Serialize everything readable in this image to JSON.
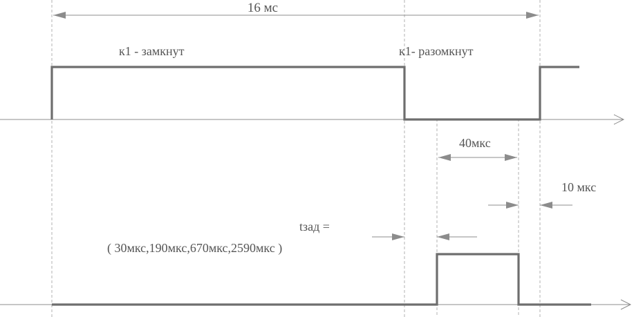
{
  "labels": {
    "period": "16 мс",
    "k1_closed": "к1 -  замкнут",
    "k1_open": "к1- разомкнут",
    "pulse_width": "40мкс",
    "gap": "10 мкс",
    "tzad": "tзад =",
    "tzad_values": "( 30мкс,190мкс,670мкс,2590мкс )"
  }
}
